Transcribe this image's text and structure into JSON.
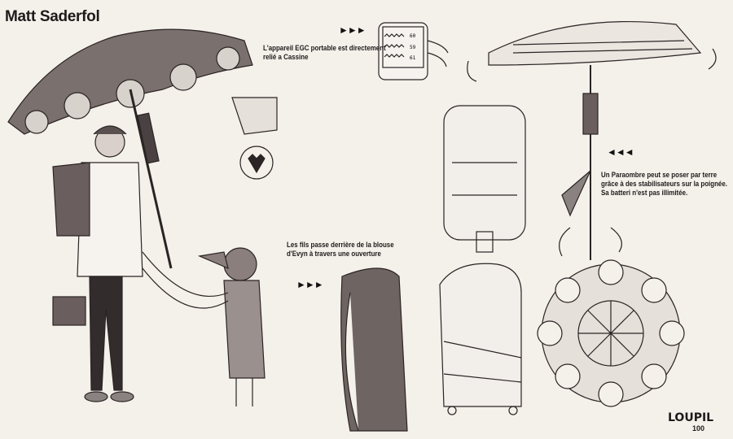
{
  "title": "Matt Saderfol",
  "notes": {
    "egc": "L'appareil EGC portable est directement relié a Cassine",
    "wires": "Les fils passe derrière de la blouse d'Evyn à travers une ouverture",
    "paraombre": "Un Paraombre peut se poser par terre grâce à des stabilisateurs sur la poignée. Sa batteri n'est pas illimitée."
  },
  "arrows": {
    "right": "►►►",
    "left": "◄◄◄"
  },
  "monitor": {
    "readings": [
      "60",
      "59",
      "61"
    ]
  },
  "signature": {
    "name": "LOUPIL",
    "number": "100"
  },
  "colors": {
    "background": "#f4f0ea",
    "ink": "#2a2424",
    "shade": "#6e6462"
  }
}
